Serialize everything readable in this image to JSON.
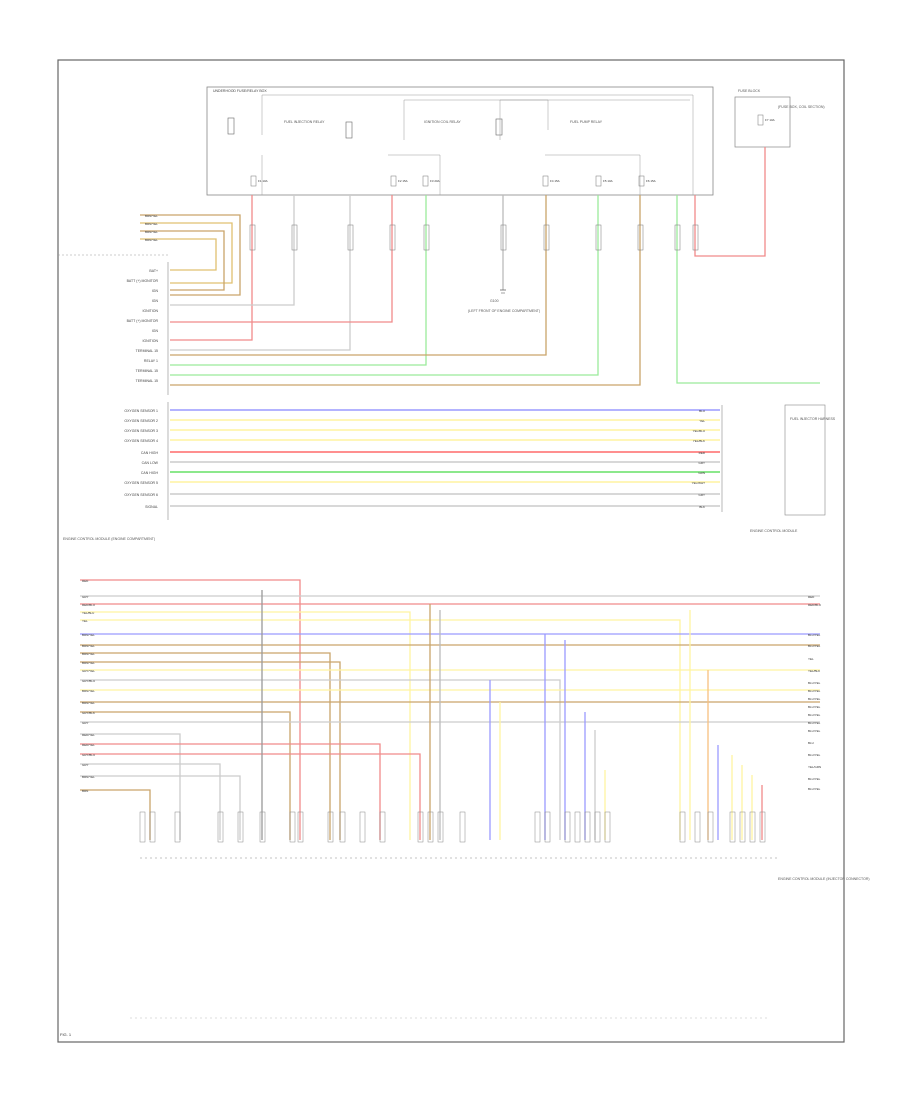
{
  "diagram": {
    "components": {
      "fuse_relay_box": "UNDERHOOD FUSE/RELAY BOX",
      "relay_1": "FUEL INJECTION RELAY",
      "relay_2": "IGNITION COIL RELAY",
      "relay_3": "FUEL PUMP RELAY",
      "fuse_1": "F1 10A",
      "fuse_2": "F2 15A",
      "fuse_3": "F3 20A",
      "fuse_4": "F4 15A",
      "fuse_5": "F5 10A",
      "fuse_6": "F6 15A",
      "fuse_7": "F7 10A",
      "right_component": "FUSE BLOCK",
      "right_note": "(FUSE BOX, COIL SECTION)",
      "ground_label": "G100",
      "ground_note": "(LEFT FRONT OF ENGINE COMPARTMENT)",
      "ecm": "ENGINE CONTROL MODULE",
      "fuel_sensor": "FUEL INJECTOR HARNESS",
      "bottom_module": "ENGINE CONTROL MODULE",
      "bottom_right_label": "ENGINE CONTROL MODULE (INJECTOR CONNECTOR)"
    },
    "upper_left_pins": [
      "BRN/YEL",
      "BRN/YEL",
      "BRN/YEL",
      "BRN/YEL"
    ],
    "ecm_pin_labels": [
      "BAT+",
      "BATT (+) MONITOR",
      "IGN",
      "IGN",
      "IGNITION",
      "BATT (+) MONITOR",
      "IGN",
      "IGNITION",
      "TERMINAL 15",
      "RELAY 1",
      "TERMINAL 15",
      "TERMINAL 15"
    ],
    "o2_pin_labels": [
      "OXYGEN SENSOR 1",
      "OXYGEN SENSOR 2",
      "OXYGEN SENSOR 3",
      "OXYGEN SENSOR 4",
      "CAN HIGH",
      "CAN LOW",
      "CAN HIGH",
      "OXYGEN SENSOR 5",
      "OXYGEN SENSOR 6",
      "SIGNAL"
    ],
    "o2_wire_colors": [
      "BLU",
      "YEL",
      "YEL/BLU",
      "YEL/BLK",
      "RED",
      "GRY",
      "GRN",
      "YEL/WHT",
      "GRY",
      "BLK"
    ],
    "wire_colors_top": [
      "BRN",
      "BLK/RED",
      "BRN/YEL",
      "RED",
      "GRN",
      "BLK",
      "BRN/YEL",
      "GRN",
      "RED",
      "GRN",
      "RED"
    ],
    "left_block_label": "ENGINE CONTROL MODULE (ENGINE COMPARTMENT)",
    "left_connector_codes": [
      "RED",
      "GRY",
      "RED/BLU",
      "YEL/BLU",
      "YEL",
      "BRN/YEL",
      "BRN/YEL",
      "BRN/YEL",
      "BRN/YEL",
      "GRY/YEL",
      "GRY/BLU",
      "BRN/YEL",
      "BRN/YEL",
      "GRY/BLK",
      "GRY",
      "RED/YEL",
      "RED/YEL",
      "GRY/BLU",
      "GRY",
      "BRN/YEL",
      "BRN"
    ],
    "right_connector_codes": [
      "RED",
      "RED/BLU",
      "BLU/YEL",
      "BLU/YEL",
      "YEL",
      "YEL/BLK",
      "BLU/YEL",
      "BLU/YEL",
      "BLU/YEL",
      "BLU/YEL",
      "BLU/YEL",
      "BLU/YEL",
      "BLU/YEL",
      "BLU",
      "BLU/YEL",
      "YEL/GRN",
      "BLU/YEL",
      "BLU/YEL"
    ],
    "page_label": "FIG. 1"
  }
}
